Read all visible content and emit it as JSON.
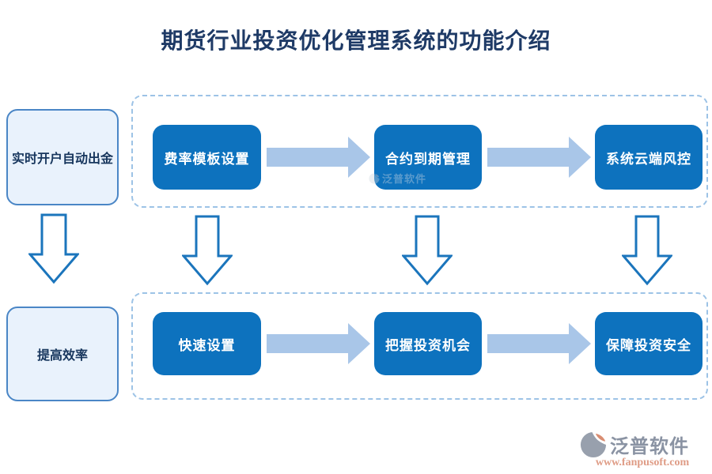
{
  "title": "期货行业投资优化管理系统的功能介绍",
  "left_column": {
    "top_box": "实时开户自动出金",
    "bottom_box": "提高效率"
  },
  "top_row": {
    "steps": [
      "费率模板设置",
      "合约到期管理",
      "系统云端风控"
    ]
  },
  "bottom_row": {
    "steps": [
      "快速设置",
      "把握投资机会",
      "保障投资安全"
    ]
  },
  "watermark": {
    "text": "泛普软件"
  },
  "footer_logo": {
    "brand": "泛普软件",
    "url": "www.fanpusoft.com"
  },
  "colors": {
    "title_color": "#1e3a66",
    "solid_box": "#0d72be",
    "arrow": "#a9c6e8",
    "dashed_border": "#9dc3e6",
    "light_box_fill": "#e9f2fc",
    "light_box_border": "#4a86c6",
    "light_box_text": "#17365d",
    "hollow_arrow_stroke": "#1b75bc",
    "brand_gray": "#8a93a3",
    "url_salmon": "#df9c86"
  }
}
